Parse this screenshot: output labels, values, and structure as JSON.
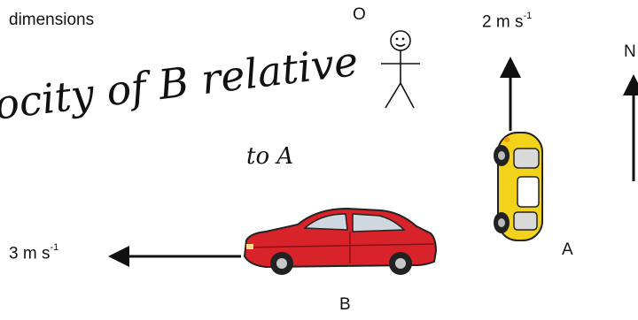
{
  "header": {
    "text": "dimensions"
  },
  "handwriting": {
    "main": "ocity of B relative",
    "sub": "to A"
  },
  "observer": {
    "label": "O"
  },
  "car_a": {
    "label": "A",
    "velocity_value": "2 m s",
    "velocity_exp": "-1"
  },
  "car_b": {
    "label": "B",
    "velocity_value": "3 m s",
    "velocity_exp": "-1"
  },
  "compass": {
    "label": "N"
  },
  "colors": {
    "car_a_body": "#f2d21a",
    "car_b_body": "#d8232a",
    "ink": "#111111"
  }
}
